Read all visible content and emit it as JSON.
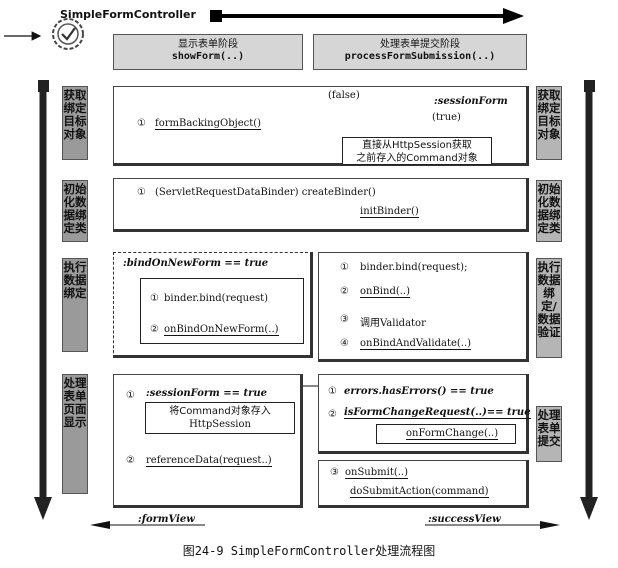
{
  "header": {
    "controller": "SimpleFormController"
  },
  "stages": {
    "show": {
      "title": "显示表单阶段",
      "method": "showForm(..)"
    },
    "process": {
      "title": "处理表单提交阶段",
      "method": "processFormSubmission(..)"
    }
  },
  "left_labels": [
    "获取绑定目标对象",
    "初始化数据绑定类",
    "执行数据绑定",
    "处理表单页面显示"
  ],
  "right_labels": [
    "获取绑定目标对象",
    "初始化数据绑定类",
    "执行数据绑定/数据验证",
    "处理表单提交"
  ],
  "row1": {
    "false_label": "(false)",
    "true_label": "(true)",
    "condition": ":sessionForm",
    "num": "①",
    "method": "formBackingObject()",
    "session_line1": "直接从HttpSession获取",
    "session_line2": "之前存入的Command对象"
  },
  "row2": {
    "num": "①",
    "method": "(ServletRequestDataBinder) createBinder()",
    "init": "initBinder()"
  },
  "row3": {
    "condition": ":bindOnNewForm == true",
    "left_items": [
      {
        "num": "①",
        "text": "binder.bind(request)"
      },
      {
        "num": "②",
        "text": "onBindOnNewForm(..)"
      }
    ],
    "right_items": [
      {
        "num": "①",
        "text": "binder.bind(request);"
      },
      {
        "num": "②",
        "text": "onBind(..)"
      },
      {
        "num": "③",
        "text": "调用Validator"
      },
      {
        "num": "④",
        "text": "onBindAndValidate(..)"
      }
    ]
  },
  "row4": {
    "left": {
      "num1": "①",
      "condition": ":sessionForm == true",
      "store1": "将Command对象存入",
      "store2": "HttpSession",
      "num2": "②",
      "reference": "referenceData(request..)"
    },
    "right": {
      "num1": "①",
      "errors": "errors.hasErrors() == true",
      "num2": "②",
      "changed": "isFormChangeRequest(..)== true",
      "onchange": "onFormChange(..)",
      "num3": "③",
      "submit": "onSubmit(..)",
      "action": "doSubmitAction(command)"
    }
  },
  "views": {
    "form": ":formView",
    "success": ":successView"
  },
  "caption": "图24-9  SimpleFormController处理流程图"
}
